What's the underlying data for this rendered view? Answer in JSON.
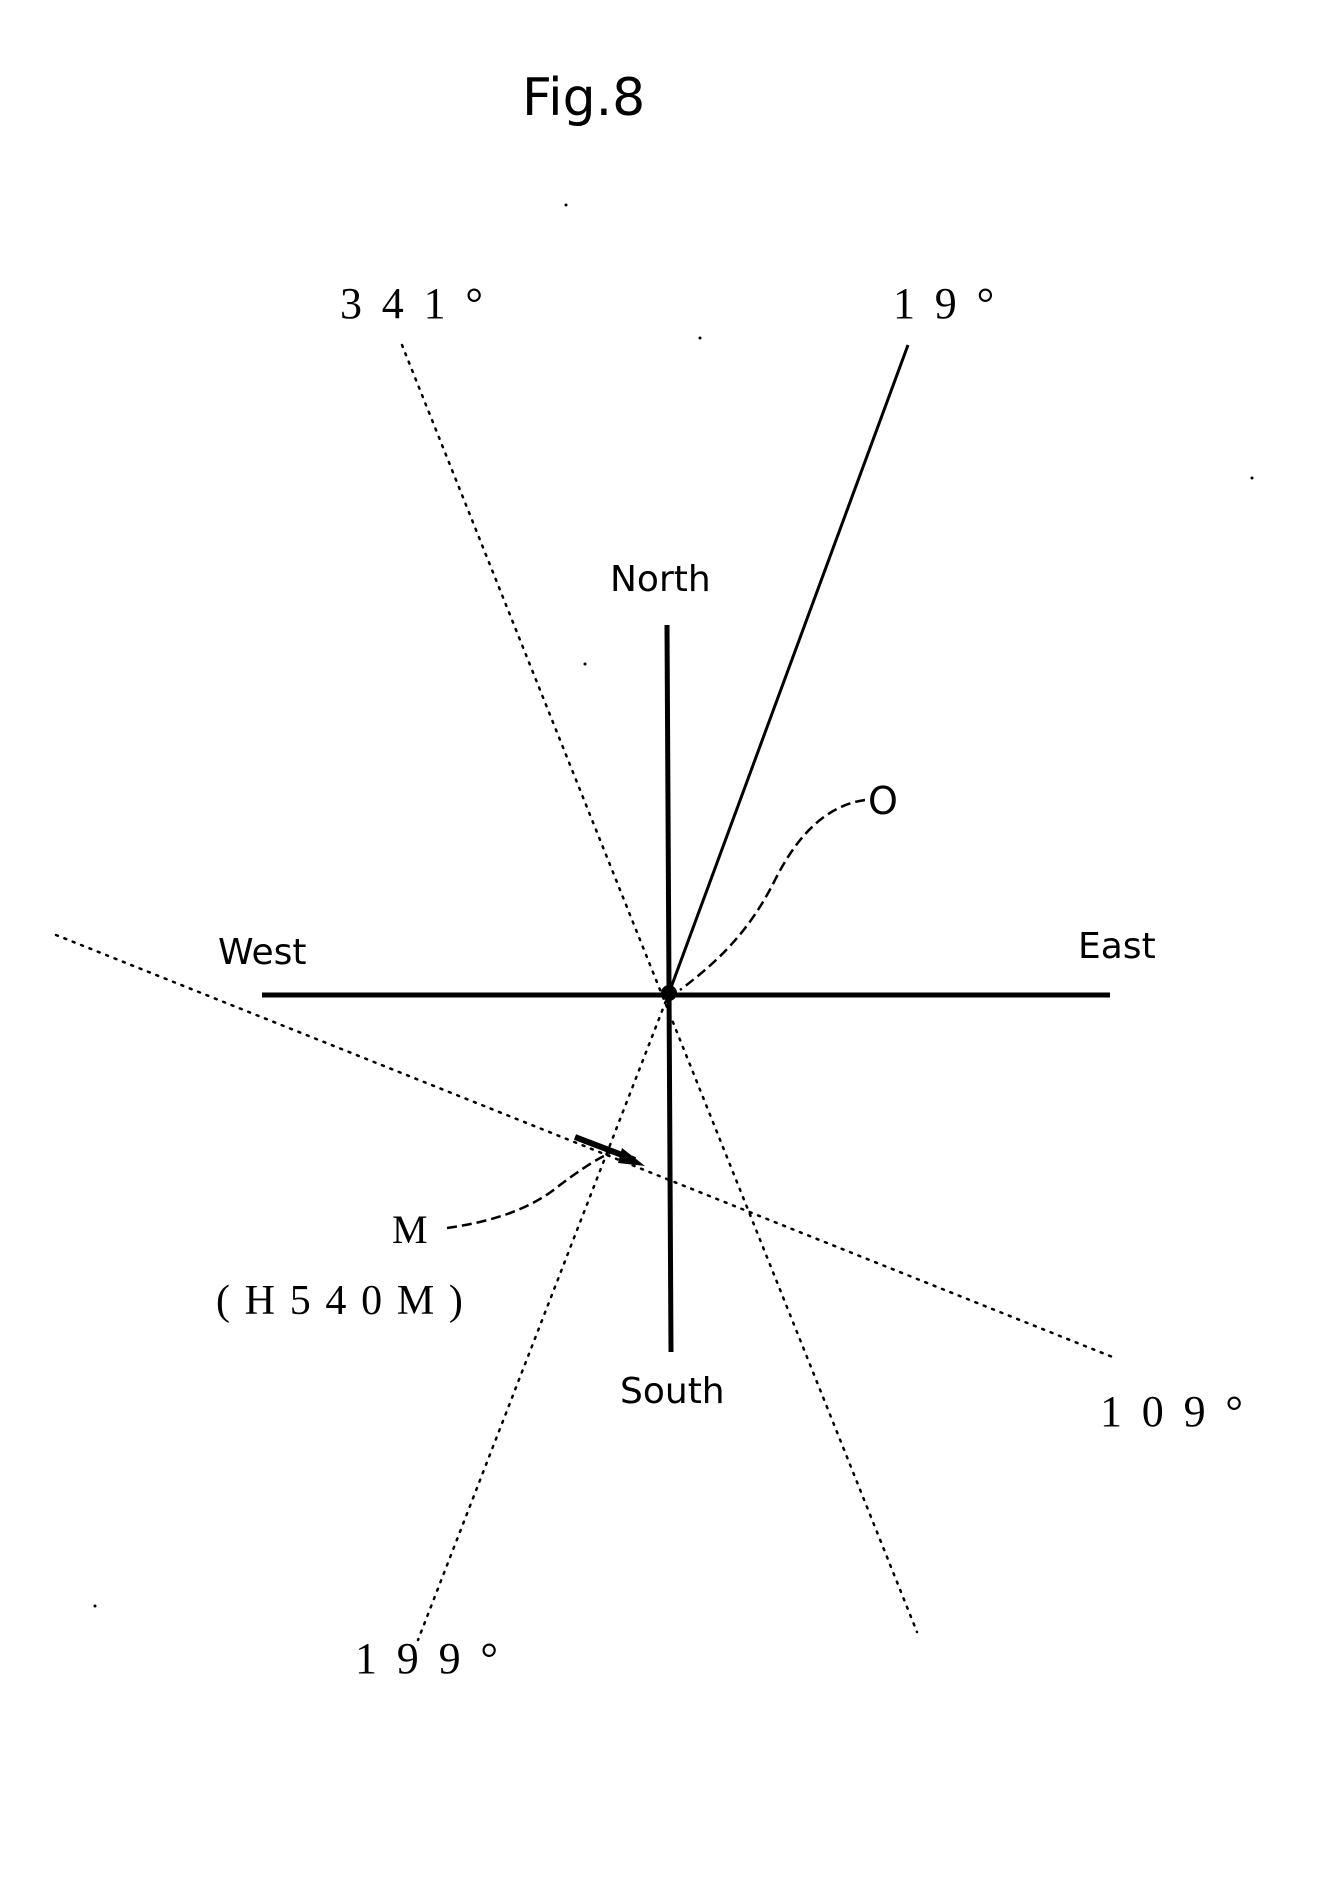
{
  "figure": {
    "title": "Fig.8",
    "colors": {
      "ink": "#000000",
      "background": "#ffffff"
    }
  },
  "compass": {
    "north": "North",
    "south": "South",
    "east": "East",
    "west": "West"
  },
  "bearings": {
    "b341": "341°",
    "b19": "19°",
    "b109": "109°",
    "b199": "199°"
  },
  "markers": {
    "origin": "O",
    "mountain": "M",
    "mountain_height": "(H540M)"
  }
}
